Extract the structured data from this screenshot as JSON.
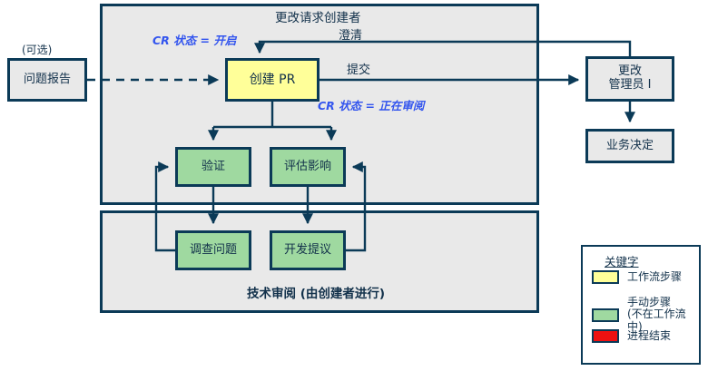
{
  "diagram": {
    "panels": [
      {
        "name": "creator",
        "title": "更改请求创建者"
      },
      {
        "name": "technical-review",
        "title": "技术审阅 (由创建者进行)"
      }
    ],
    "nodes": [
      {
        "key": "problem-report",
        "label": "问题报告",
        "type": "grey"
      },
      {
        "key": "create-pr",
        "label": "创建 PR",
        "type": "yellow"
      },
      {
        "key": "validate",
        "label": "验证",
        "type": "green"
      },
      {
        "key": "assess-impact",
        "label": "评估影响",
        "type": "green"
      },
      {
        "key": "investigate-issue",
        "label": "调查问题",
        "type": "green"
      },
      {
        "key": "develop-proposal",
        "label": "开发提议",
        "type": "green"
      },
      {
        "key": "change-admin",
        "label": "更改\n管理员 I",
        "type": "grey"
      },
      {
        "key": "business-decision",
        "label": "业务决定",
        "type": "grey"
      }
    ],
    "labels": {
      "optional": "(可选)",
      "clarification": "澄清",
      "submit": "提交",
      "status_open": "CR 状态 = 开启",
      "status_in_review": "CR 状态 = 正在审阅"
    },
    "colors": {
      "border": "#0b3a57",
      "panel_fill": "#e9e9e9",
      "workflow_step": "#ffff99",
      "manual_step": "#9fd9a0",
      "process_end": "#ee1111",
      "status_text": "#3355ee",
      "node_text": "#11304a"
    }
  },
  "legend": {
    "title": "关键字",
    "items": [
      {
        "swatch": "#ffff99",
        "label": "工作流步骤"
      },
      {
        "swatch": "#9fd9a0",
        "label": "手动步骤\n(不在工作流中)"
      },
      {
        "swatch": "#ee1111",
        "label": "进程结束"
      }
    ]
  }
}
